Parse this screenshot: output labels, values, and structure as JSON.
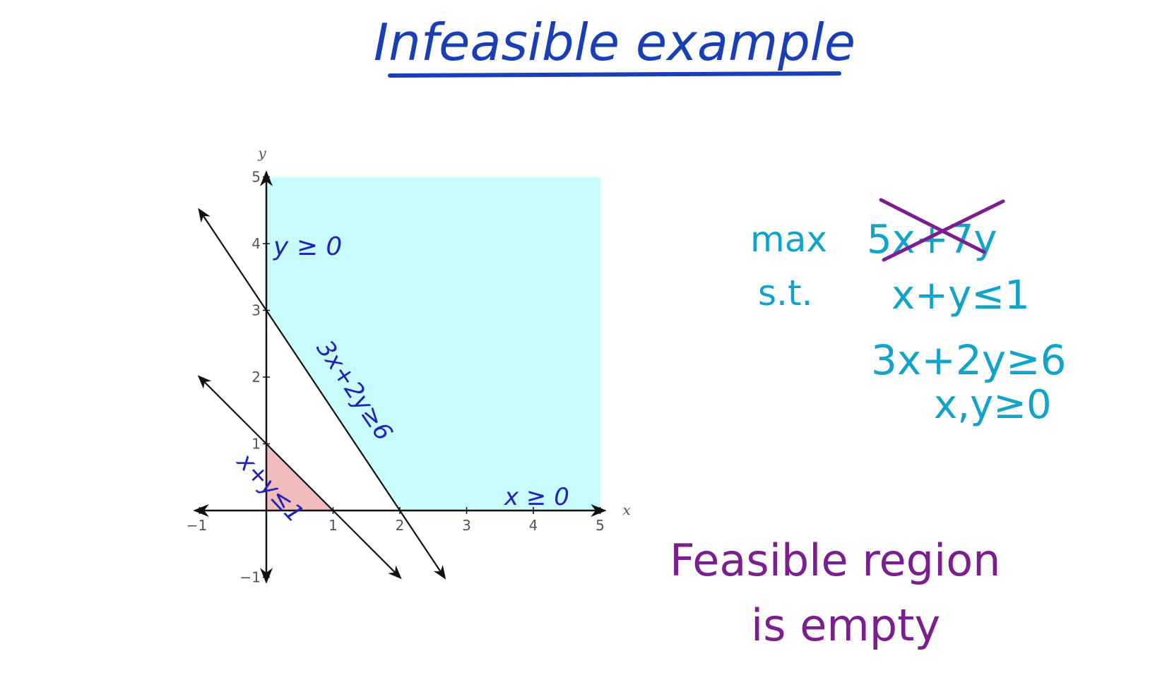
{
  "title": "Infeasible example",
  "colors": {
    "title": "#1a3fb5",
    "problem": "#12a3c8",
    "conclusion": "#7b1f8f",
    "constraint_labels": "#2323b5",
    "feasible_fill": "#c7fbfc",
    "triangle_fill": "#f2bcbc",
    "axes": "#111111"
  },
  "chart_data": {
    "type": "line",
    "xlabel": "x",
    "ylabel": "y",
    "xlim": [
      -1,
      5
    ],
    "ylim": [
      -1,
      5
    ],
    "x_ticks": [
      "−1",
      "1",
      "2",
      "3",
      "4",
      "5"
    ],
    "y_ticks": [
      "5",
      "4",
      "3",
      "2",
      "1",
      "−1"
    ],
    "x_tick_values": [
      -1,
      1,
      2,
      3,
      4,
      5
    ],
    "y_tick_values": [
      5,
      4,
      3,
      2,
      1,
      -1
    ],
    "lines": [
      {
        "equation": "x + y = 1",
        "from": [
          -1,
          2
        ],
        "to": [
          2,
          -1
        ]
      },
      {
        "equation": "3x + 2y = 6",
        "from": [
          -1,
          4.5
        ],
        "to": [
          2.667,
          -1
        ]
      }
    ],
    "regions": [
      {
        "description": "x ≥ 0, y ≥ 0, 3x + 2y ≥ 6 (shaded blue)",
        "polygon": [
          [
            0,
            3
          ],
          [
            0,
            5
          ],
          [
            5,
            5
          ],
          [
            5,
            0
          ],
          [
            2,
            0
          ]
        ]
      },
      {
        "description": "x ≥ 0, y ≥ 0, x + y ≤ 1 (shaded pink)",
        "polygon": [
          [
            0,
            0
          ],
          [
            1,
            0
          ],
          [
            0,
            1
          ]
        ]
      }
    ],
    "labels": {
      "y_nonneg": "y ≥ 0",
      "x_nonneg": "x ≥ 0",
      "line_b": "3x+2y≥6",
      "line_a": "x+y≤1"
    }
  },
  "problem": {
    "max_word": "max",
    "objective": "5x+7y",
    "st_word": "s.t.",
    "c1": "x+y≤1",
    "c2": "3x+2y≥6",
    "c3": "x,y≥0"
  },
  "conclusion": {
    "line1": "Feasible region",
    "line2": "is empty"
  }
}
